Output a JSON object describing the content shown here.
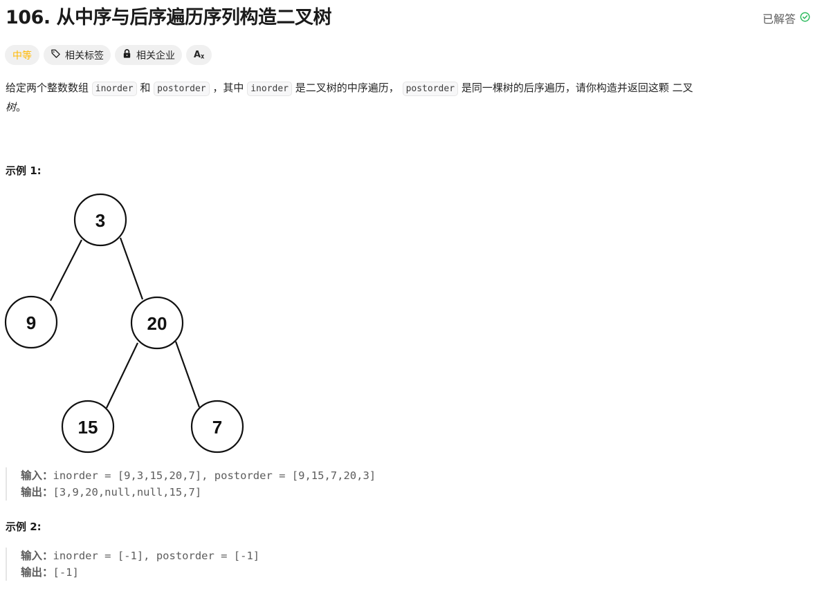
{
  "header": {
    "title": "106. 从中序与后序遍历序列构造二叉树",
    "status": "已解答",
    "status_icon": "check-circle-icon",
    "status_color": "#2cbb5d"
  },
  "tags": {
    "difficulty": "中等",
    "difficulty_color": "#ffb800",
    "topics": "相关标签",
    "companies": "相关企业",
    "translate": "Aᵪ"
  },
  "description": {
    "p1": "给定两个整数数组",
    "code1": "inorder",
    "p2": "和",
    "code2": "postorder",
    "p3": "，其中",
    "code3": "inorder",
    "p4": "是二叉树的中序遍历，",
    "code4": "postorder",
    "p5": "是同一棵树的后序遍历，请你构造并返回这颗",
    "p6": "二叉",
    "p7": "树",
    "p8": "。"
  },
  "examples": [
    {
      "title": "示例 1:",
      "tree_nodes": [
        "3",
        "9",
        "20",
        "15",
        "7"
      ],
      "input_label": "输入：",
      "input": "inorder = [9,3,15,20,7], postorder = [9,15,7,20,3]",
      "output_label": "输出：",
      "output": "[3,9,20,null,null,15,7]"
    },
    {
      "title": "示例 2:",
      "input_label": "输入：",
      "input": "inorder = [-1], postorder = [-1]",
      "output_label": "输出：",
      "output": "[-1]"
    }
  ]
}
